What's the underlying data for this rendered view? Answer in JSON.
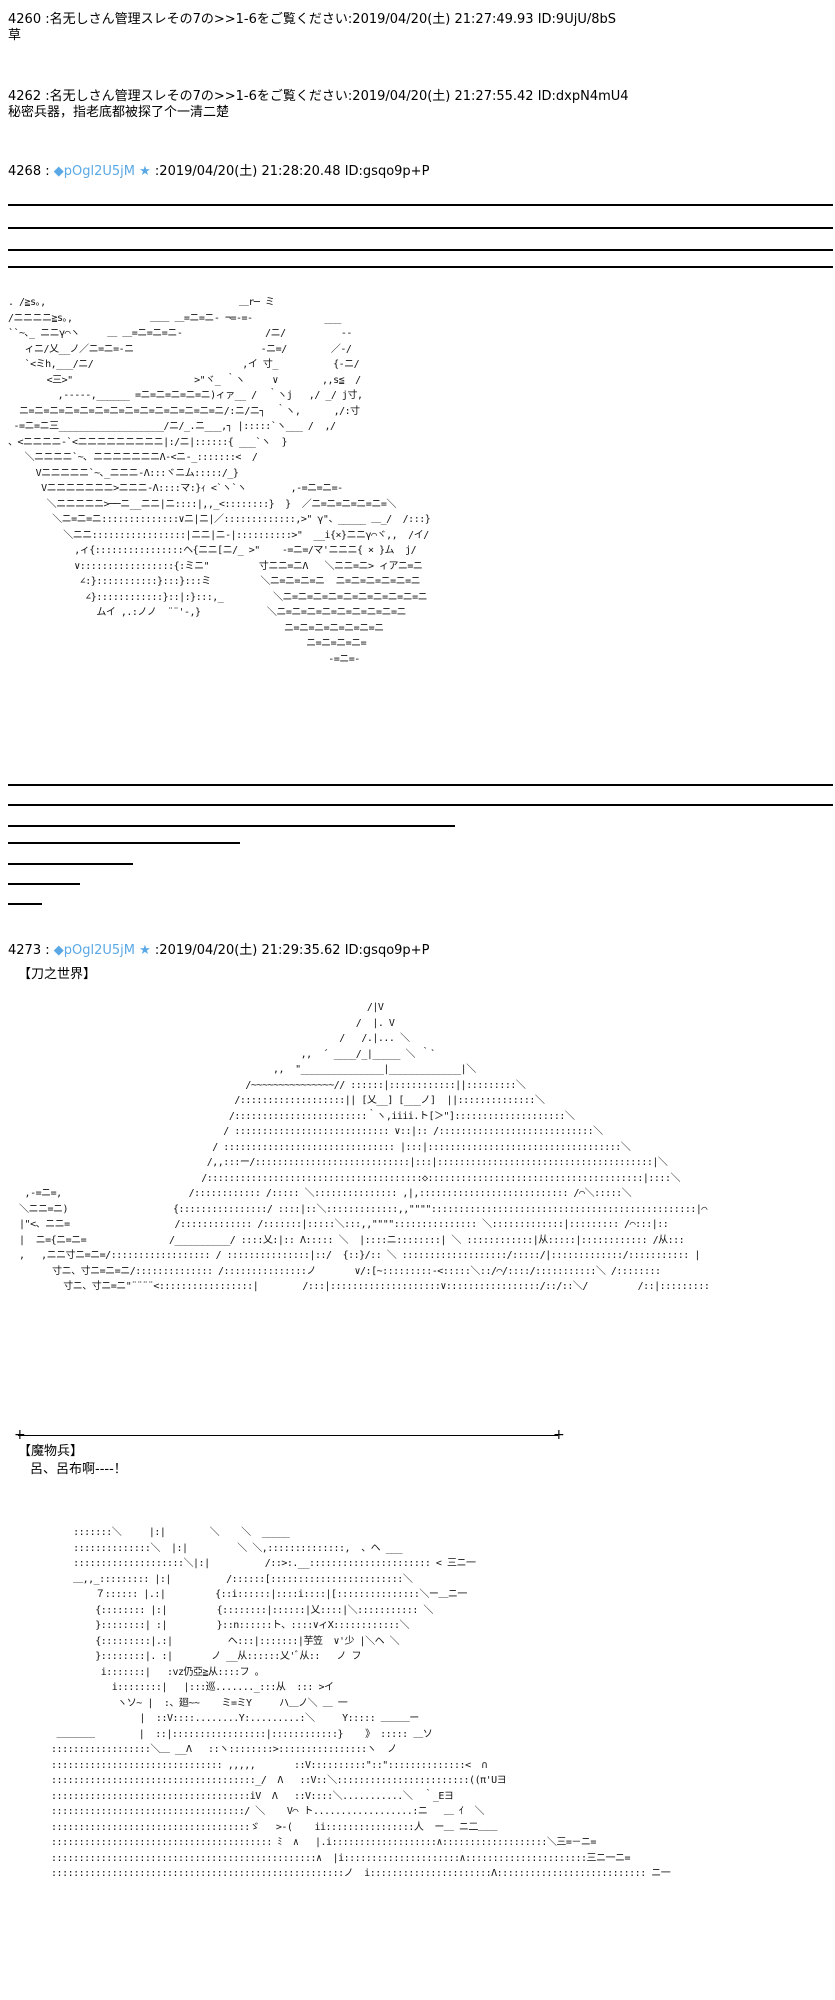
{
  "posts": [
    {
      "number": "4260",
      "name": "名无しさん管理スレその7の>>1-6をご覧ください",
      "date": "2019/04/20(土) 21:27:49.93",
      "id": "ID:9UjU/8bS",
      "body": "草"
    },
    {
      "number": "4262",
      "name": "名无しさん管理スレその7の>>1-6をご覧ください",
      "date": "2019/04/20(土) 21:27:55.42",
      "id": "ID:dxpN4mU4",
      "body": "秘密兵器，指老底都被探了个一清二楚"
    },
    {
      "number": "4268",
      "trip": "◆pOgl2U5jM ★",
      "date": "2019/04/20(土) 21:28:20.48",
      "id": "ID:gsqo9p+P"
    },
    {
      "number": "4273",
      "trip": "◆pOgl2U5jM ★",
      "date": "2019/04/20(土) 21:29:35.62",
      "id": "ID:gsqo9p+P",
      "title": "【刀之世界】",
      "label2": "【魔物兵】",
      "line2": "呂、呂布啊----！"
    }
  ],
  "art": {
    "a1": [
      ". /≧s｡,                                   ＿r─ ミ",
      "/ニニニニ≧s｡,              ＿＿ ＿=ニ=ニ- ¬=-=-             ___",
      "``~､_ ニニγ⌒ヽ     ＿ ＿=ニ=ニ=ニ-               /ニ/          --",
      "   ィニ/乂__ノ／ニ=ニ=-ニ                       -ニ=/        ／-/",
      "   `<ミh,___/ニ/                           ,イ 寸_          {-ニ/",
      "       <三>\"                      >\"ヾ_ ｀ヽ     ∨        ,,s≦  /",
      "         ,-----,______ =ニ=ニ=ニ=ニ=ニ)ィァ__ /  ｀ヽj   ,/ _/ j寸,",
      "  ニ=ニ=ニ=ニ=ニ=ニ=ニ=ニ=ニ=ニ=ニ=ニ=ニ=ニ/:ニ/ニ┐  ｀ヽ,      ,/:寸",
      " -=ニ=ニ三___________________/ニ/_.ニ___,┐ |:::::`ヽ___ /  ,/",
      "、<ニニニニ-`<ニニニニニニニニニ|:/ニ|::::::{ ___`ヽ  }",
      "   ＼ニニニニ`~､ ニニニニニニニΛ-<ニ-_:::::::<  /",
      "     Vニニニニニ`~､_ニニニ-Λ:::ヾニム:::::/_}",
      "      Vニニニニニニニ>ニニニ-Λ::::マ:}ｨ <`ヽ`ヽ        ,-=ニ=ニ=-",
      "       ＼ニニニニニ>──ニ__ニニ|ニ::::|,,_<::::::::}  }  ／ニ=ニ=ニ=ニ=ニ=＼",
      "        ＼ニ=ニ=ニ::::::::::::::∨ニ|ニ|／:::::::::::::,>\" γ\"、_____ ＿_/  /:::}",
      "          ＼ニニ:::::::::::::::::|ニニ|ニ-|::::::::::>\"  __i{×}ニニγ⌒ヾ,,  /イ/",
      "            ,ィ{::::::::::::::::ヘ{ニニ[ニ/_ >\"    -=ニ=/マ'ニニニ{ × }ム  j/",
      "            ∨:::::::::::::::::{:ミニ\"         寸ニニ=ニΛ   ＼ニニ=ニ> ィアニ=ニ",
      "             ∠:}:::::::::::}:::}:::ミ         ＼ニ=ニ=ニ=ニ  ニ=ニ=ニ=ニ=ニ=ニ",
      "              ∠}::::::::::::}::|:}:::,_         ＼ニ=ニ=ニ=ニ=ニ=ニ=ニ=ニ=ニ=ニ",
      "                ムイ ,.:ノノ  ¨¨'-,}            ＼ニ=ニ=ニ=ニ=ニ=ニ=ニ=ニ=ニ",
      "                                                  ニ=ニ=ニ=ニ=ニ=ニ=ニ",
      "                                                      ニ=ニ=ニ=ニ=",
      "                                                          -=ニ=-"
    ],
    "a2": [
      "                                                                 /|V",
      "                                                               /  |. V",
      "                                                            /   /.|... ＼",
      "                                                     ,,  ´ ____/_|_____ ＼ ｀`",
      "                                                ,,  \"_______________|_____________|＼",
      "                                           /~~~~~~~~~~~~~~~// ::::::|::::::::::::||:::::::::＼",
      "                                         /:::::::::::::::::::|| [乂__] [___ノ]  ||::::::::::::::＼",
      "                                        /::::::::::::::::::::::::｀ヽ,iiii.ト[＞\"]::::::::::::::::::::＼",
      "                                       / :::::::::::::::::::::::::::: ∨::|:: /::::::::::::::::::::::::::::＼",
      "                                     / ::::::::::::::::::::::::::::::: |:::|:::::::::::::::::::::::::::::::::::＼",
      "                                    /,,:::ー/::::::::::::::::::::::::::::|:::|:::::::::::::::::::::::::::::::::::::::|＼",
      "                                   /:::::::::::::::::::::::::::::::::::::::◇:::::::::::::::::::::::::::::::::::::::|::::＼",
      "   ,-=ニ=,                       /:::::::::::: /::::: ＼::::::::::::::: ,|,::::::::::::::::::::::::::: /⌒＼:::::＼",
      "  ＼ニニ=ニ)                   {::::::::::::::::/ ::::|::＼:::::::::::::,,\"\"\"\"::::::::::::::::::::::::::::::::::::::::::::::::|⌒",
      "  |\"<、ニニ=                   /::::::::::::: /:::::::|:::::＼:::,,\"\"\"\"::::::::::::::: ＼:::::::::::::|::::::::: /⌒:::|::",
      "  |  ニ={ニ=ニ=               /__________/ ::::乂:|:: Λ::::: ＼  |::::ニ::::::::| ＼ ::::::::::::|从:::::|:::::::::::: /从:::",
      "  ,   ,ニニ寸ニ=ニ=/:::::::::::::::::: / :::::::::::::::|::/  {::}/:: ＼ :::::::::::::::::::/:::::/|:::::::::::::/::::::::::: |",
      "        寸ニ、寸ニ=ニ=ニ/:::::::::::::: /:::::::::::::::ノ       ∨/:[~:::::::::-<:::::＼::/⌒/::::/:::::::::::＼ /::::::::",
      "          寸ニ、寸ニ=ニ\"¨¨¨¨<:::::::::::::::::|        /:::|::::::::::::::::::::∨:::::::::::::::::/::/::＼/         /::|:::::::::"
    ],
    "a3": [
      "      :::::::＼     |:|        ＼    ＼  _____",
      "      ::::::::::::::＼  |:|         ＼ ＼,::::::::::::::,  、ヘ ___",
      "      ::::::::::::::::::::＼|:|          /::>:.__:::::::::::::::::::::: < 三ニ一",
      "      ＿,,_::::::::: |:|          /::::::[::::::::::::::::::::::::＼",
      "          ７:::::: |.:|         {::i::::::|::::i::::|[:::::::::::::::＼ー＿ニ一",
      "          {:::::::: |:|         {::::::::|::::::|乂::::|＼::::::::::: ＼",
      "          }::::::::| :|         }::n::::::ト、::::∨ィX::::::::::::＼",
      "          {:::::::::|.:|          ヘ:::|:::::::|芋笠  ∨'少 |＼ヘ ＼",
      "          }::::::::|. :|       ノ __从::::::乂'ﾞ从::   ノ フ",
      "           i:::::::|   :vz仍亞≧从::::フ 。",
      "             i::::::::|   |:::巡......._:::从  ::: >イ",
      "              ヽソ~ |  :、廻~~    ミ=ミY     ハ＿ノ＼ ＿ 一",
      "                  |  ::V::::........Y:.........:＼     Y::::: ＿＿＿ー",
      "   ＿＿＿＿        |  ::|:::::::::::::::::|::::::::::::}    》 ::::: ＿ソ",
      "  ::::::::::::::::::＼＿ __Λ   ::ヽ::::::::>::::::::::::::::ヽ  ノ",
      "  ::::::::::::::::::::::::::::::: ,,,,,       ::V::::::::::\"::\"::::::::::::::<  ∩",
      "  :::::::::::::::::::::::::::::::::::::_/  Λ   ::V::＼::::::::::::::::::::::::((π'Uヨ",
      "  ::::::::::::::::::::::::::::::::::::iV  Λ   ::V::::＼...........＼  ｀_Eヨ",
      "  :::::::::::::::::::::::::::::::::::/ ＼    V⌒ ト..................:ニ   ＿ ｲ  ＼",
      "  ::::::::::::::::::::::::::::::::::::ゞ   >-(    ii::::::::::::::::人  ー＿ ニ二＿＿",
      "  :::::::::::::::::::::::::::::::::::::::: ﾐ  ∧   |.i:::::::::::::::::::∧:::::::::::::::::::＼三=－ニ=",
      "  ::::::::::::::::::::::::::::::::::::::::::::::::∧  |i:::::::::::::::::::::∧::::::::::::::::::::::三ニ一ニ=",
      "  :::::::::::::::::::::::::::::::::::::::::::::::::::::ノ  i::::::::::::::::::::::Λ::::::::::::::::::::::::::: ニ一"
    ]
  }
}
